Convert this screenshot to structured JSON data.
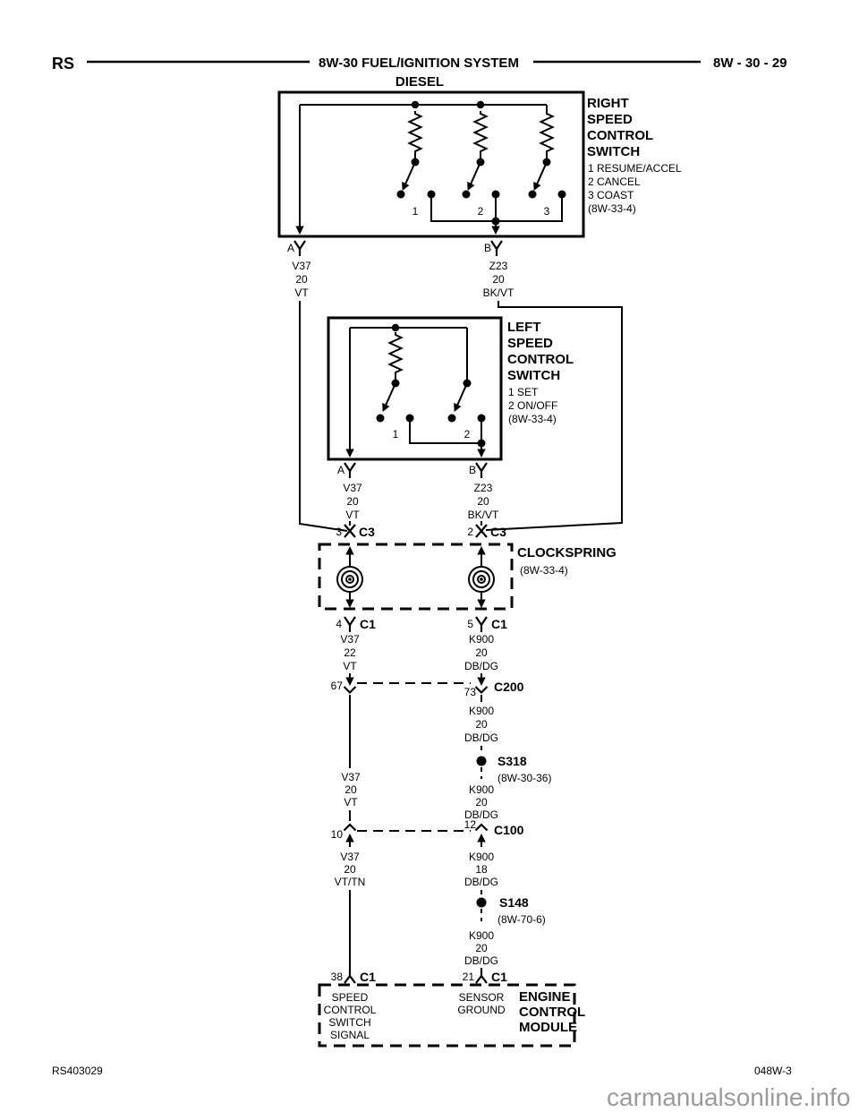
{
  "page": {
    "background": "#ffffff",
    "ink": "#000000",
    "watermark_color": "#9b9b9b"
  },
  "header": {
    "left_code": "RS",
    "title": "8W-30 FUEL/IGNITION SYSTEM",
    "subtitle": "DIESEL",
    "page_ref": "8W - 30 - 29"
  },
  "footer": {
    "drawing_code": "RS403029",
    "sheet_code": "048W-3",
    "watermark": "carmanualsonline.info"
  },
  "right_switch": {
    "title_lines": [
      "RIGHT",
      "SPEED",
      "CONTROL",
      "SWITCH"
    ],
    "legend": [
      "1 RESUME/ACCEL",
      "2 CANCEL",
      "3 COAST",
      "(8W-33-4)"
    ],
    "contacts": [
      "1",
      "2",
      "3"
    ],
    "pin_a": "A",
    "pin_b": "B",
    "wire_a": [
      "V37",
      "20",
      "VT"
    ],
    "wire_b": [
      "Z23",
      "20",
      "BK/VT"
    ]
  },
  "left_switch": {
    "title_lines": [
      "LEFT",
      "SPEED",
      "CONTROL",
      "SWITCH"
    ],
    "legend": [
      "1 SET",
      "2 ON/OFF",
      "(8W-33-4)"
    ],
    "contacts": [
      "1",
      "2"
    ],
    "pin_a": "A",
    "pin_b": "B",
    "wire_a": [
      "V37",
      "20",
      "VT"
    ],
    "wire_b": [
      "Z23",
      "20",
      "BK/VT"
    ]
  },
  "clockspring": {
    "name": "CLOCKSPRING",
    "ref": "(8W-33-4)",
    "c3_left_pin": "3",
    "c3_left_name": "C3",
    "c3_right_pin": "2",
    "c3_right_name": "C3",
    "c1_left_pin": "4",
    "c1_left_name": "C1",
    "c1_right_pin": "5",
    "c1_right_name": "C1",
    "wire_out_left": [
      "V37",
      "22",
      "VT"
    ],
    "wire_out_right": [
      "K900",
      "20",
      "DB/DG"
    ]
  },
  "c200": {
    "pin_left": "67",
    "pin_right": "73",
    "name": "C200",
    "wire_below_left": [
      "V37",
      "20",
      "VT"
    ],
    "wire_below_right": [
      "K900",
      "20",
      "DB/DG"
    ]
  },
  "s318": {
    "name": "S318",
    "ref": "(8W-30-36)",
    "wire_below": [
      "K900",
      "20",
      "DB/DG"
    ]
  },
  "c100": {
    "pin_left": "10",
    "pin_right": "12",
    "name": "C100",
    "wire_below_left": [
      "V37",
      "20",
      "VT/TN"
    ],
    "wire_below_right": [
      "K900",
      "18",
      "DB/DG"
    ]
  },
  "s148": {
    "name": "S148",
    "ref": "(8W-70-6)",
    "wire_below": [
      "K900",
      "20",
      "DB/DG"
    ]
  },
  "ecm": {
    "title_lines": [
      "ENGINE",
      "CONTROL",
      "MODULE"
    ],
    "pin_left": "38",
    "pin_left_conn": "C1",
    "pin_left_label": [
      "SPEED",
      "CONTROL",
      "SWITCH",
      "SIGNAL"
    ],
    "pin_right": "21",
    "pin_right_conn": "C1",
    "pin_right_label": [
      "SENSOR",
      "GROUND"
    ]
  }
}
